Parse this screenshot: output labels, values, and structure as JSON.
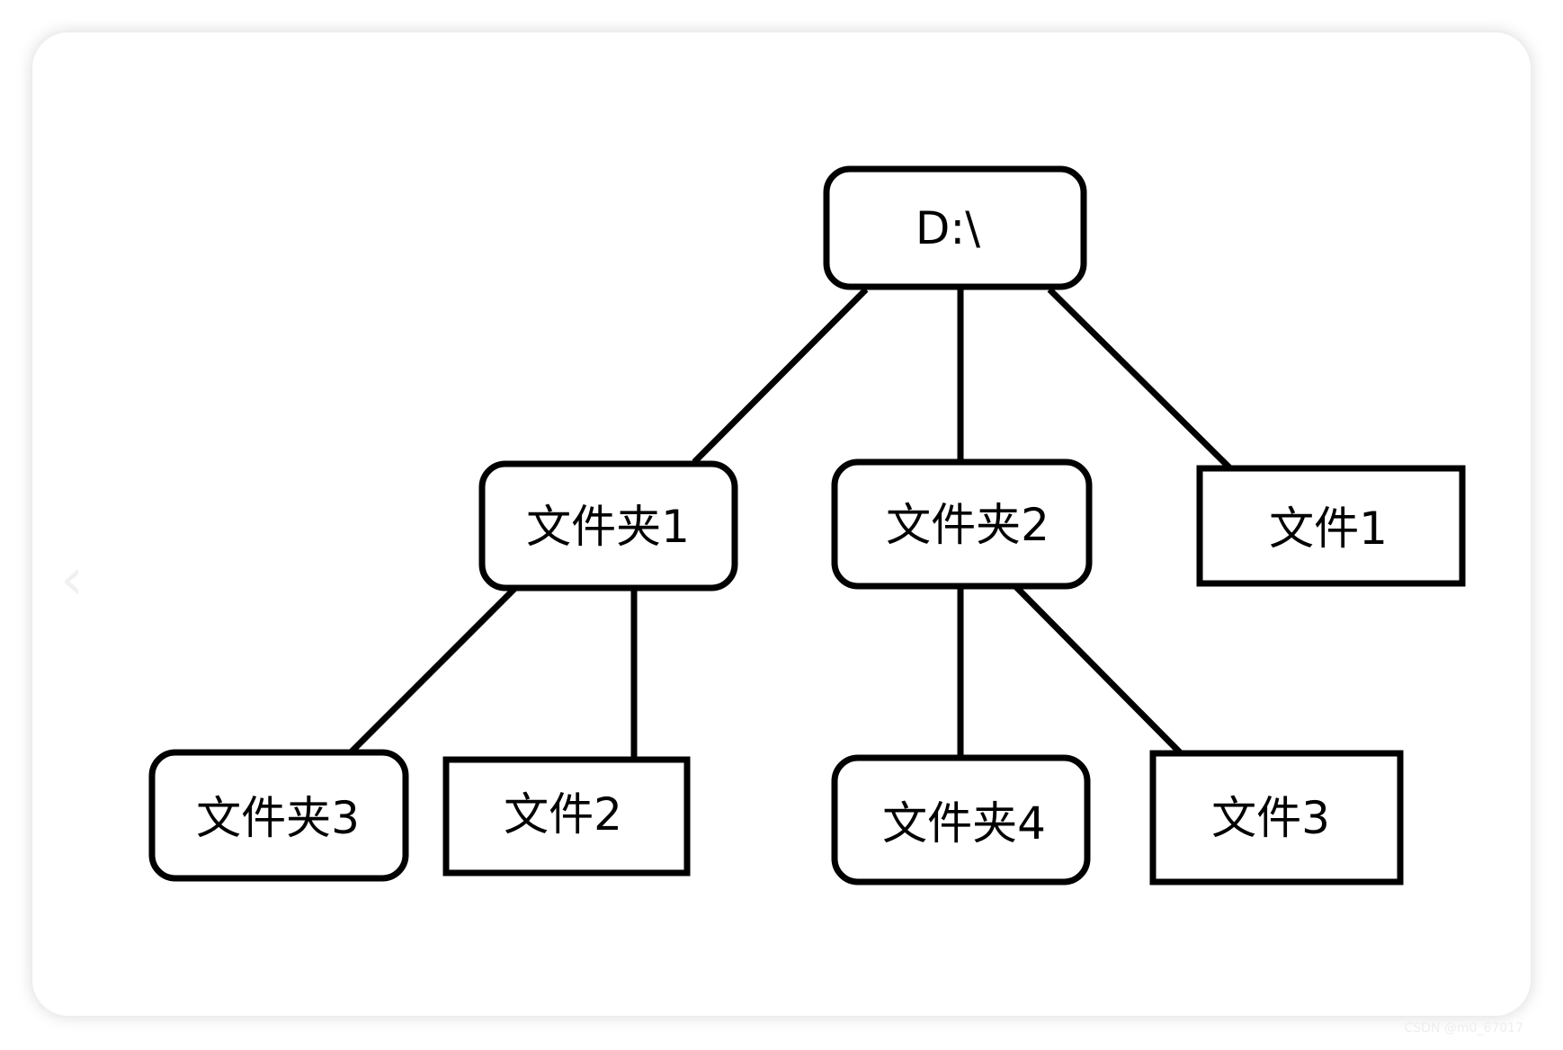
{
  "diagram": {
    "type": "tree",
    "nodes": [
      {
        "id": "root",
        "label": "D:\\",
        "shape": "rounded"
      },
      {
        "id": "folder1",
        "label": "文件夹1",
        "shape": "rounded"
      },
      {
        "id": "folder2",
        "label": "文件夹2",
        "shape": "rounded"
      },
      {
        "id": "file1",
        "label": "文件1",
        "shape": "rect"
      },
      {
        "id": "folder3",
        "label": "文件夹3",
        "shape": "rounded"
      },
      {
        "id": "file2",
        "label": "文件2",
        "shape": "rect"
      },
      {
        "id": "folder4",
        "label": "文件夹4",
        "shape": "rounded"
      },
      {
        "id": "file3",
        "label": "文件3",
        "shape": "rect"
      }
    ],
    "edges": [
      {
        "from": "root",
        "to": "folder1"
      },
      {
        "from": "root",
        "to": "folder2"
      },
      {
        "from": "root",
        "to": "file1"
      },
      {
        "from": "folder1",
        "to": "folder3"
      },
      {
        "from": "folder1",
        "to": "file2"
      },
      {
        "from": "folder2",
        "to": "folder4"
      },
      {
        "from": "folder2",
        "to": "file3"
      }
    ]
  },
  "watermark": "CSDN @m0_67017"
}
